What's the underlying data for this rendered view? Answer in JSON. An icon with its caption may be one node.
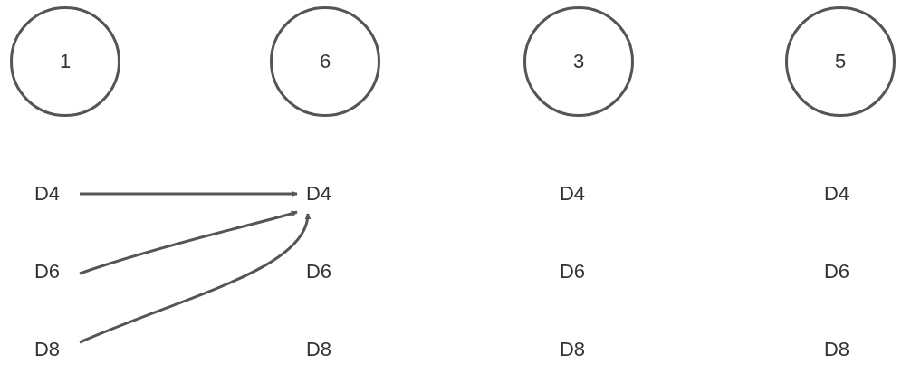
{
  "diagram": {
    "nodes": [
      {
        "text": [
          "1"
        ]
      },
      {
        "text": [
          "6"
        ]
      },
      {
        "text": [
          "3"
        ]
      },
      {
        "text": [
          "5"
        ]
      },
      {
        "text": [
          "D4"
        ]
      },
      {
        "text": [
          "D6"
        ]
      },
      {
        "text": [
          "D8"
        ]
      },
      {
        "text": [
          "D4"
        ]
      },
      {
        "text": [
          "D6"
        ]
      },
      {
        "text": [
          "D8"
        ]
      },
      {
        "text": [
          "D4"
        ]
      },
      {
        "text": [
          "D6"
        ]
      },
      {
        "text": [
          "D8"
        ]
      },
      {
        "text": [
          "D4"
        ]
      },
      {
        "text": [
          "D6"
        ]
      },
      {
        "text": [
          "D8"
        ]
      }
    ],
    "edges": [
      {
        "from": 4,
        "to": 7,
        "arrow": "to"
      },
      {
        "from": 5,
        "to": 7,
        "arrow": "to"
      },
      {
        "from": 6,
        "to": 7,
        "arrow": "to"
      }
    ]
  }
}
